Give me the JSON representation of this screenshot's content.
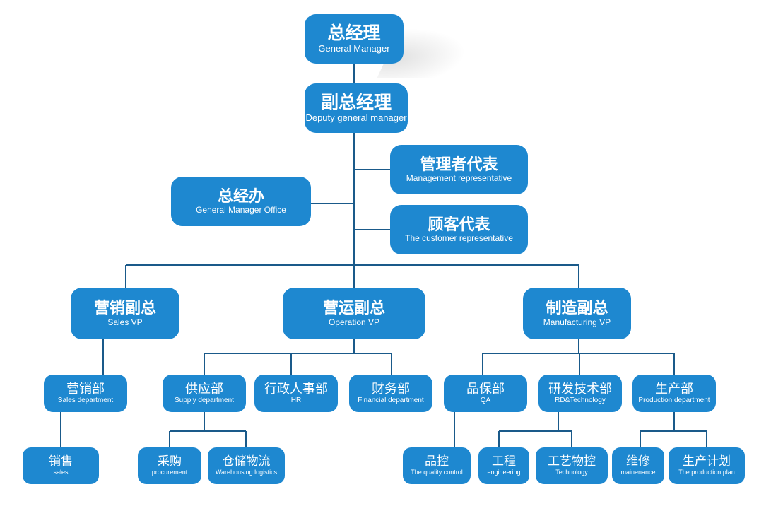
{
  "colors": {
    "node": "#1e88d0",
    "line": "#1a5a8a"
  },
  "nodes": {
    "gm": {
      "zh": "总经理",
      "en": "General Manager"
    },
    "dgm": {
      "zh": "副总经理",
      "en": "Deputy general manager"
    },
    "mrep": {
      "zh": "管理者代表",
      "en": "Management representative"
    },
    "gmo": {
      "zh": "总经办",
      "en": "General Manager Office"
    },
    "crep": {
      "zh": "顾客代表",
      "en": "The customer representative"
    },
    "svp": {
      "zh": "营销副总",
      "en": "Sales VP"
    },
    "ovp": {
      "zh": "营运副总",
      "en": "Operation VP"
    },
    "mvp": {
      "zh": "制造副总",
      "en": "Manufacturing VP"
    },
    "sd": {
      "zh": "营销部",
      "en": "Sales department"
    },
    "sup": {
      "zh": "供应部",
      "en": "Supply department"
    },
    "hr": {
      "zh": "行政人事部",
      "en": "HR"
    },
    "fin": {
      "zh": "财务部",
      "en": "Financial department"
    },
    "qa": {
      "zh": "品保部",
      "en": "QA"
    },
    "rd": {
      "zh": "研发技术部",
      "en": "RD&Technology"
    },
    "pd": {
      "zh": "生产部",
      "en": "Production department"
    },
    "sales": {
      "zh": "销售",
      "en": "sales"
    },
    "proc": {
      "zh": "采购",
      "en": "procurement"
    },
    "wh": {
      "zh": "仓储物流",
      "en": "Warehousing logistics"
    },
    "qc": {
      "zh": "品控",
      "en": "The quality control"
    },
    "eng": {
      "zh": "工程",
      "en": "engineering"
    },
    "tech": {
      "zh": "工艺物控",
      "en": "Technology"
    },
    "mnt": {
      "zh": "维修",
      "en": "mainenance"
    },
    "plan": {
      "zh": "生产计划",
      "en": "The production plan"
    }
  }
}
